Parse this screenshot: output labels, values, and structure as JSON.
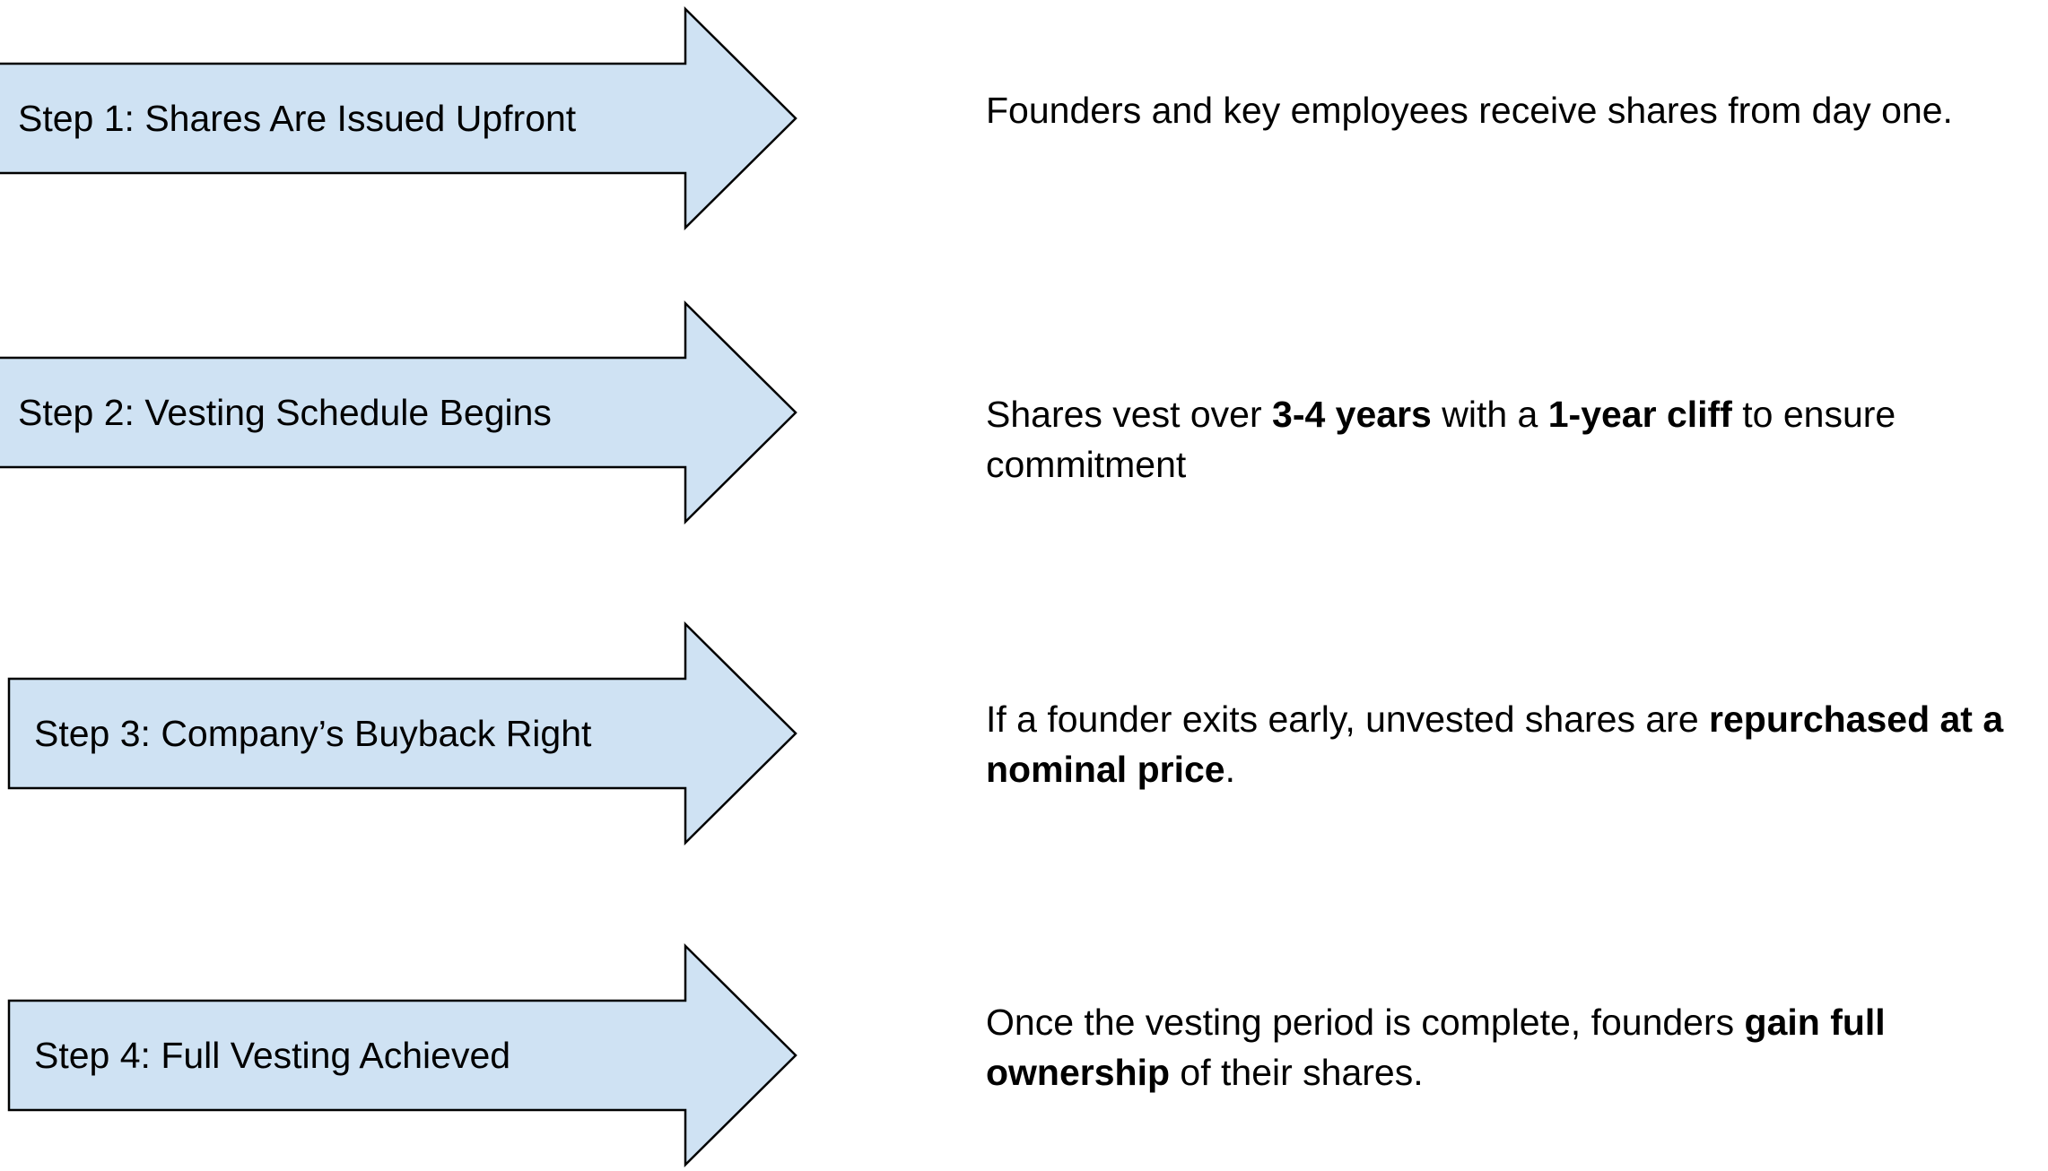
{
  "colors": {
    "arrow_fill": "#cfe2f3",
    "arrow_stroke": "#000000"
  },
  "steps": [
    {
      "label": "Step 1: Shares Are Issued Upfront",
      "description": [
        {
          "text": "Founders and key employees receive shares from day one.",
          "bold": false
        }
      ]
    },
    {
      "label": "Step 2: Vesting Schedule Begins",
      "description": [
        {
          "text": "Shares vest over ",
          "bold": false
        },
        {
          "text": "3-4 years",
          "bold": true
        },
        {
          "text": " with a ",
          "bold": false
        },
        {
          "text": "1-year cliff",
          "bold": true
        },
        {
          "text": " to ensure commitment",
          "bold": false
        }
      ]
    },
    {
      "label": "Step 3: Company’s Buyback Right",
      "description": [
        {
          "text": "If a founder exits early, unvested shares are ",
          "bold": false
        },
        {
          "text": "repurchased at a nominal price",
          "bold": true
        },
        {
          "text": ".",
          "bold": false
        }
      ]
    },
    {
      "label": "Step 4: Full Vesting Achieved",
      "description": [
        {
          "text": "Once the vesting period is complete, founders ",
          "bold": false
        },
        {
          "text": "gain full ownership",
          "bold": true
        },
        {
          "text": " of their shares.",
          "bold": false
        }
      ]
    }
  ]
}
